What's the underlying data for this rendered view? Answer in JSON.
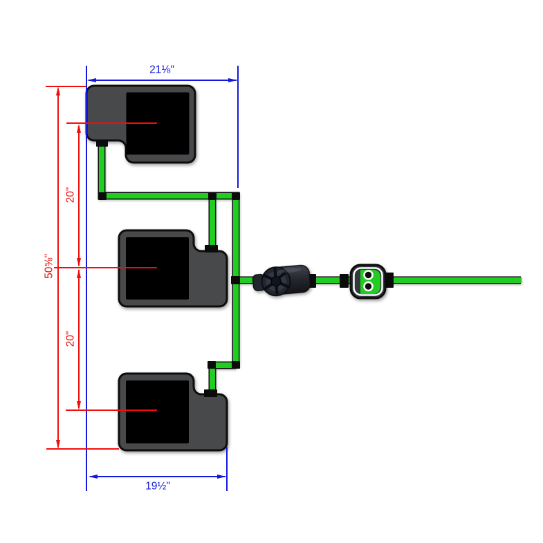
{
  "colors": {
    "dimension_blue": "#1418DC",
    "dimension_red": "#F20D0D",
    "pipe_green": "#23CD23",
    "container_gray": "#474A4C",
    "container_window": "#000000",
    "fitting_black": "#0b0b0b",
    "background": "#FFFFFF"
  },
  "dimensions": {
    "top_width": "21⅛\"",
    "overall_height": "50⅝\"",
    "upper_spacing": "20\"",
    "lower_spacing": "20\"",
    "bottom_width": "19½\""
  },
  "components": {
    "reservoirs": [
      {
        "name": "top-reservoir"
      },
      {
        "name": "middle-reservoir"
      },
      {
        "name": "bottom-reservoir"
      }
    ],
    "pump": {
      "name": "water-pump"
    },
    "valve": {
      "name": "float-valve-controller"
    },
    "tubing": {
      "name": "green-supply-tubing"
    }
  }
}
